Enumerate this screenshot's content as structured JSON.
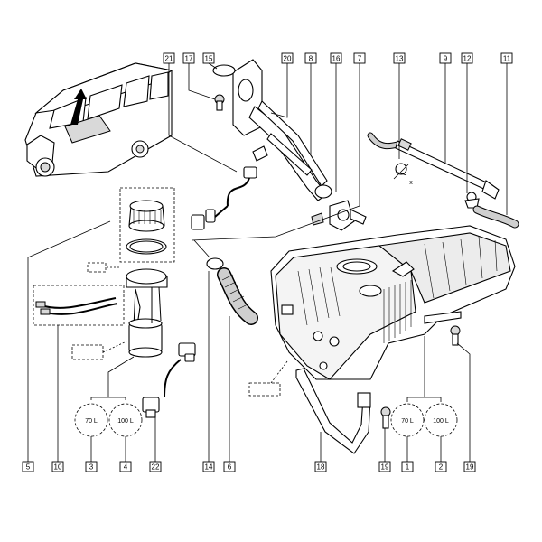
{
  "callouts": [
    {
      "id": "c21",
      "label": "21"
    },
    {
      "id": "c17",
      "label": "17"
    },
    {
      "id": "c15",
      "label": "15"
    },
    {
      "id": "c20",
      "label": "20"
    },
    {
      "id": "c8",
      "label": "8"
    },
    {
      "id": "c16",
      "label": "16"
    },
    {
      "id": "c7",
      "label": "7"
    },
    {
      "id": "c13",
      "label": "13"
    },
    {
      "id": "c9",
      "label": "9"
    },
    {
      "id": "c12",
      "label": "12"
    },
    {
      "id": "c11",
      "label": "11"
    },
    {
      "id": "c5",
      "label": "5"
    },
    {
      "id": "c10",
      "label": "10"
    },
    {
      "id": "c3",
      "label": "3"
    },
    {
      "id": "c4",
      "label": "4"
    },
    {
      "id": "c22",
      "label": "22"
    },
    {
      "id": "c14",
      "label": "14"
    },
    {
      "id": "c6",
      "label": "6"
    },
    {
      "id": "c18",
      "label": "18"
    },
    {
      "id": "c19a",
      "label": "19"
    },
    {
      "id": "c1",
      "label": "1"
    },
    {
      "id": "c2",
      "label": "2"
    },
    {
      "id": "c19b",
      "label": "19"
    }
  ],
  "variants": [
    {
      "id": "v70a",
      "label": "70 L"
    },
    {
      "id": "v100a",
      "label": "100 L"
    },
    {
      "id": "v70b",
      "label": "70 L"
    },
    {
      "id": "v100b",
      "label": "100 L"
    }
  ],
  "marker_x": "x"
}
